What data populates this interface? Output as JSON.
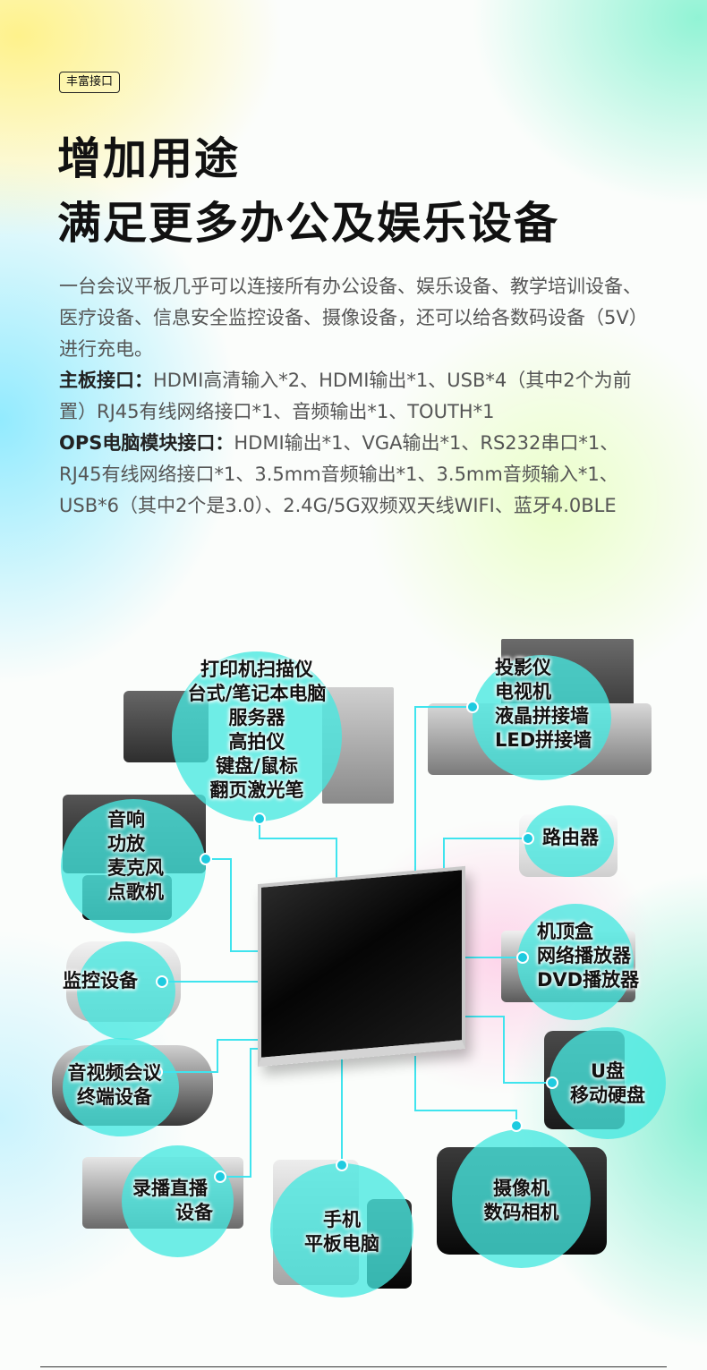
{
  "tag": "丰富接口",
  "title": {
    "line1": "增加用途",
    "line2": "满足更多办公及娱乐设备"
  },
  "intro": "一台会议平板几乎可以连接所有办公设备、娱乐设备、教学培训设备、医疗设备、信息安全监控设备、摄像设备，还可以给各数码设备（5V）进行充电。",
  "mainboard": {
    "label": "主板接口：",
    "text": "HDMI高清输入*2、HDMI输出*1、USB*4（其中2个为前置）RJ45有线网络接口*1、音频输出*1、TOUTH*1"
  },
  "ops": {
    "label": "OPS电脑模块接口：",
    "text": "HDMI输出*1、VGA输出*1、RS232串口*1、RJ45有线网络接口*1、3.5mm音频输出*1、3.5mm音频输入*1、USB*6（其中2个是3.0）、2.4G/5G双频双天线WIFI、蓝牙4.0BLE"
  },
  "devices": {
    "office": [
      "打印机扫描仪",
      "台式/笔记本电脑",
      "服务器",
      "高拍仪",
      "键盘/鼠标",
      "翻页激光笔"
    ],
    "audio": [
      "音响",
      "功放",
      "麦克风",
      "点歌机"
    ],
    "monitor": [
      "监控设备"
    ],
    "conference": [
      "音视频会议",
      "终端设备"
    ],
    "recording": [
      "录播直播",
      "设备"
    ],
    "phone": [
      "手机",
      "平板电脑"
    ],
    "display": [
      "投影仪",
      "电视机",
      "液晶拼接墙",
      "LED拼接墙"
    ],
    "router": [
      "路由器"
    ],
    "stb": [
      "机顶盒",
      "网络播放器",
      "DVD播放器"
    ],
    "storage": [
      "U盘",
      "移动硬盘"
    ],
    "camera": [
      "摄像机",
      "数码相机"
    ]
  },
  "colors": {
    "accent": "#1ecbe0",
    "circle": "#46e8e0",
    "title": "#111111",
    "body": "#555555"
  }
}
